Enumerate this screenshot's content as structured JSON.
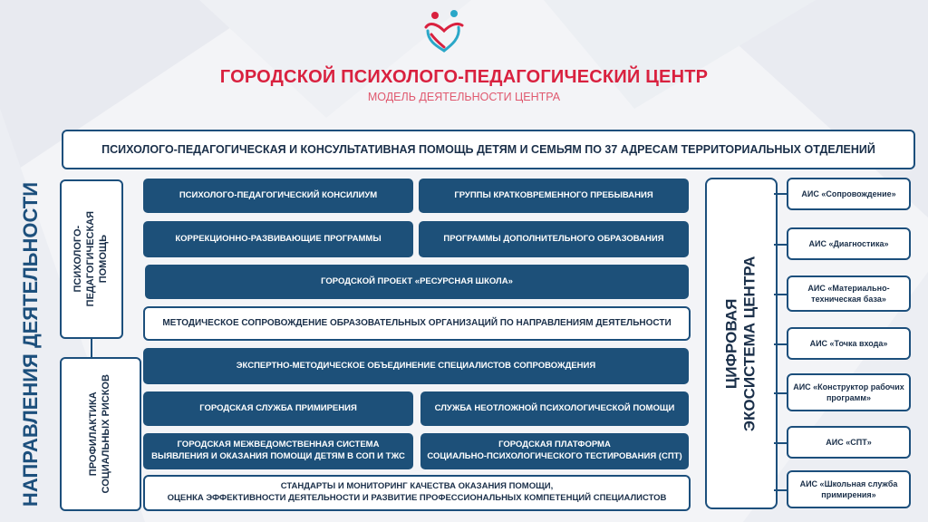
{
  "colors": {
    "title_red": "#d9213f",
    "navy": "#1c4f7c",
    "block_blue": "#1d5079"
  },
  "logo": {
    "icon": "heart-people-logo-icon"
  },
  "header": {
    "title": "ГОРОДСКОЙ ПСИХОЛОГО-ПЕДАГОГИЧЕСКИЙ ЦЕНТР",
    "subtitle": "МОДЕЛЬ ДЕЯТЕЛЬНОСТИ ЦЕНТРА"
  },
  "top_banner": "ПСИХОЛОГО-ПЕДАГОГИЧЕСКАЯ И КОНСУЛЬТАТИВНАЯ ПОМОЩЬ ДЕТЯМ И СЕМЬЯМ ПО 37 АДРЕСАМ ТЕРРИТОРИАЛЬНЫХ ОТДЕЛЕНИЙ",
  "vertical_title": "НАПРАВЛЕНИЯ ДЕЯТЕЛЬНОСТИ",
  "directions": {
    "psych_help": "ПСИХОЛОГО-\nПЕДАГОГИЧЕСКАЯ\nПОМОЩЬ",
    "risk_prevention": "ПРОФИЛАКТИКА\nСОЦИАЛЬНЫХ РИСКОВ"
  },
  "activities": {
    "consilium": "ПСИХОЛОГО-ПЕДАГОГИЧЕСКИЙ КОНСИЛИУМ",
    "short_stay_groups": "ГРУППЫ КРАТКОВРЕМЕННОГО ПРЕБЫВАНИЯ",
    "correction_programs": "КОРРЕКЦИОННО-РАЗВИВАЮЩИЕ ПРОГРАММЫ",
    "extra_education": "ПРОГРАММЫ ДОПОЛНИТЕЛЬНОГО ОБРАЗОВАНИЯ",
    "resource_school": "ГОРОДСКОЙ ПРОЕКТ «РЕСУРСНАЯ ШКОЛА»",
    "methodical_support": "МЕТОДИЧЕСКОЕ СОПРОВОЖДЕНИЕ ОБРАЗОВАТЕЛЬНЫХ ОРГАНИЗАЦИЙ ПО НАПРАВЛЕНИЯМ ДЕЯТЕЛЬНОСТИ",
    "expert_union": "ЭКСПЕРТНО-МЕТОДИЧЕСКОЕ ОБЪЕДИНЕНИЕ СПЕЦИАЛИСТОВ СОПРОВОЖДЕНИЯ",
    "mediation_service": "ГОРОДСКАЯ СЛУЖБА ПРИМИРЕНИЯ",
    "emergency_help": "СЛУЖБА НЕОТЛОЖНОЙ ПСИХОЛОГИЧЕСКОЙ ПОМОЩИ",
    "interagency_system": "ГОРОДСКАЯ МЕЖВЕДОМСТВЕННАЯ СИСТЕМА\nВЫЯВЛЕНИЯ И ОКАЗАНИЯ ПОМОЩИ ДЕТЯМ В СОП И ТЖС",
    "testing_platform": "ГОРОДСКАЯ ПЛАТФОРМА\nСОЦИАЛЬНО-ПСИХОЛОГИЧЕСКОГО ТЕСТИРОВАНИЯ (СПТ)",
    "standards": "СТАНДАРТЫ И МОНИТОРИНГ КАЧЕСТВА ОКАЗАНИЯ ПОМОЩИ,\nОЦЕНКА ЭФФЕКТИВНОСТИ ДЕЯТЕЛЬНОСТИ И РАЗВИТИЕ ПРОФЕССИОНАЛЬНЫХ КОМПЕТЕНЦИЙ СПЕЦИАЛИСТОВ"
  },
  "ecosystem": {
    "title": "ЦИФРОВАЯ\nЭКОСИСТЕМА ЦЕНТРА",
    "systems": [
      "АИС «Сопровождение»",
      "АИС «Диагностика»",
      "АИС «Материально-\nтехническая база»",
      "АИС «Точка входа»",
      "АИС «Конструктор рабочих\nпрограмм»",
      "АИС «СПТ»",
      "АИС «Школьная служба\nпримирения»"
    ]
  }
}
